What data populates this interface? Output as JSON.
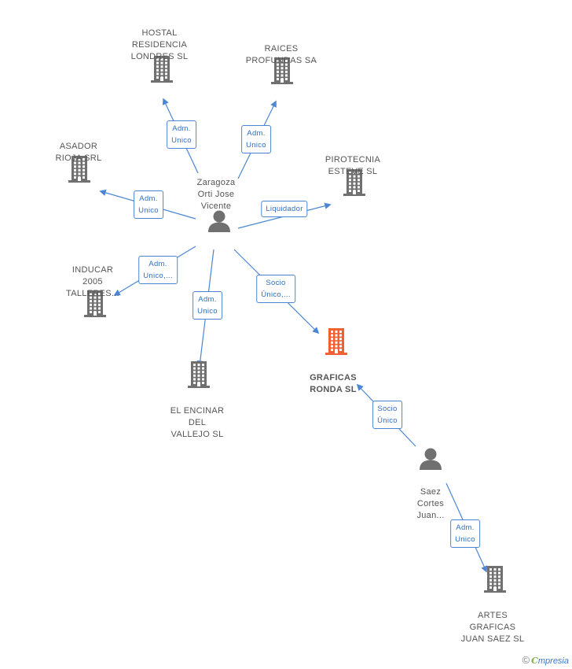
{
  "colors": {
    "edge": "#4a86d4",
    "building": "#707070",
    "building_focus": "#f06033",
    "person": "#707070"
  },
  "nodes": [
    {
      "id": "zaragoza",
      "type": "person",
      "lines": [
        "Zaragoza",
        "Orti Jose",
        "Vicente"
      ]
    },
    {
      "id": "hostal",
      "type": "company",
      "lines": [
        "HOSTAL",
        "RESIDENCIA",
        "LONDRES SL"
      ]
    },
    {
      "id": "raices",
      "type": "company",
      "lines": [
        "RAICES",
        "PROFUNDAS SA"
      ]
    },
    {
      "id": "asador",
      "type": "company",
      "lines": [
        "ASADOR",
        "RIOJA SRL"
      ]
    },
    {
      "id": "pirotecnia",
      "type": "company",
      "lines": [
        "PIROTECNIA",
        "ESTEVE SL"
      ]
    },
    {
      "id": "inducar",
      "type": "company",
      "lines": [
        "INDUCAR",
        "2005",
        "TALLERES..."
      ]
    },
    {
      "id": "encinar",
      "type": "company",
      "lines": [
        "EL ENCINAR",
        "DEL",
        "VALLEJO SL"
      ]
    },
    {
      "id": "graficas",
      "type": "company",
      "focus": true,
      "lines": [
        "GRAFICAS",
        "RONDA SL"
      ]
    },
    {
      "id": "saez",
      "type": "person",
      "lines": [
        "Saez",
        "Cortes",
        "Juan..."
      ]
    },
    {
      "id": "artes",
      "type": "company",
      "lines": [
        "ARTES",
        "GRAFICAS",
        "JUAN SAEZ SL"
      ]
    }
  ],
  "edges": [
    {
      "id": "e-hostal",
      "from": "zaragoza",
      "to": "hostal",
      "role": [
        "Adm.",
        "Unico"
      ]
    },
    {
      "id": "e-raices",
      "from": "zaragoza",
      "to": "raices",
      "role": [
        "Adm.",
        "Unico"
      ]
    },
    {
      "id": "e-asador",
      "from": "zaragoza",
      "to": "asador",
      "role": [
        "Adm.",
        "Unico"
      ]
    },
    {
      "id": "e-pirotecnia",
      "from": "zaragoza",
      "to": "pirotecnia",
      "role": [
        "Liquidador"
      ]
    },
    {
      "id": "e-inducar",
      "from": "zaragoza",
      "to": "inducar",
      "role": [
        "Adm.",
        "Unico,..."
      ]
    },
    {
      "id": "e-encinar",
      "from": "zaragoza",
      "to": "encinar",
      "role": [
        "Adm.",
        "Unico"
      ]
    },
    {
      "id": "e-graficas-z",
      "from": "zaragoza",
      "to": "graficas",
      "role": [
        "Socio",
        "Único,..."
      ]
    },
    {
      "id": "e-graficas-s",
      "from": "saez",
      "to": "graficas",
      "role": [
        "Socio",
        "Único"
      ]
    },
    {
      "id": "e-artes",
      "from": "saez",
      "to": "artes",
      "role": [
        "Adm.",
        "Unico"
      ]
    }
  ],
  "brand": {
    "copyright": "©",
    "initial": "C",
    "name": "mpresia"
  }
}
